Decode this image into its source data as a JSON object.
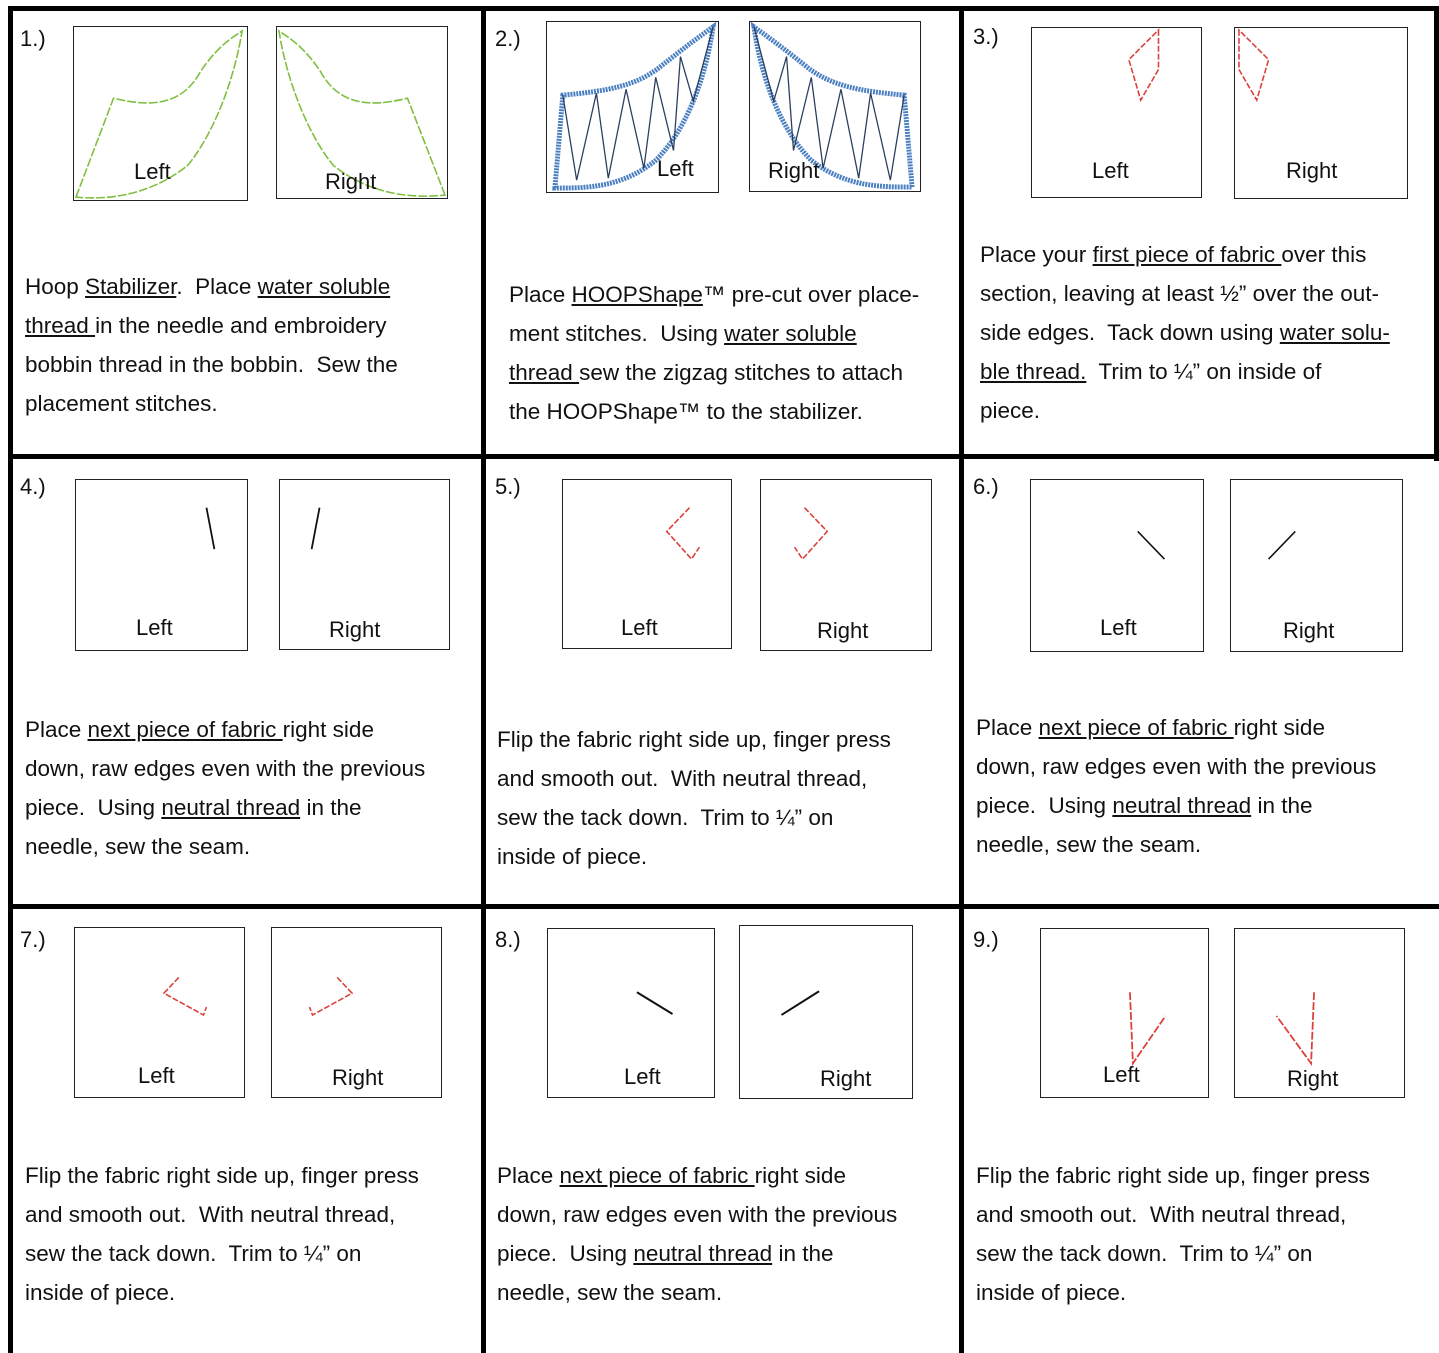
{
  "colors": {
    "border": "#000000",
    "green": "#7fbf3f",
    "blue": "#4a7fc1",
    "red": "#d9413a",
    "black": "#111111"
  },
  "steps": [
    {
      "num": "1.)",
      "left_label": "Left",
      "right_label": "Right",
      "lines": [
        [
          {
            "t": "Hoop "
          },
          {
            "t": "Stabilizer",
            "u": true
          },
          {
            "t": ".  Place "
          },
          {
            "t": "water soluble",
            "u": true
          }
        ],
        [
          {
            "t": "thread ",
            "u": true
          },
          {
            "t": "in the needle and embroidery"
          }
        ],
        [
          {
            "t": "bobbin thread in the bobbin.  Sew the"
          }
        ],
        [
          {
            "t": "placement stitches."
          }
        ]
      ]
    },
    {
      "num": "2.)",
      "left_label": "Left",
      "right_label": "Right",
      "lines": [
        [
          {
            "t": "Place "
          },
          {
            "t": "HOOPShape",
            "u": true
          },
          {
            "t": "™ pre-cut over place-"
          }
        ],
        [
          {
            "t": "ment stitches.  Using "
          },
          {
            "t": "water soluble",
            "u": true
          }
        ],
        [
          {
            "t": "thread ",
            "u": true
          },
          {
            "t": "sew the zigzag stitches to attach"
          }
        ],
        [
          {
            "t": "the HOOPShape™ to the stabilizer."
          }
        ]
      ]
    },
    {
      "num": "3.)",
      "left_label": "Left",
      "right_label": "Right",
      "lines": [
        [
          {
            "t": "Place your "
          },
          {
            "t": "first piece of fabric ",
            "u": true
          },
          {
            "t": "over this"
          }
        ],
        [
          {
            "t": "section, leaving at least ½” over the out-"
          }
        ],
        [
          {
            "t": "side edges.  Tack down using "
          },
          {
            "t": "water solu-",
            "u": true
          }
        ],
        [
          {
            "t": "ble thread.",
            "u": true
          },
          {
            "t": "  Trim to ¼” on inside of"
          }
        ],
        [
          {
            "t": "piece."
          }
        ]
      ]
    },
    {
      "num": "4.)",
      "left_label": "Left",
      "right_label": "Right",
      "lines": [
        [
          {
            "t": "Place "
          },
          {
            "t": "next piece of fabric ",
            "u": true
          },
          {
            "t": "right side"
          }
        ],
        [
          {
            "t": "down, raw edges even with the previous"
          }
        ],
        [
          {
            "t": "piece.  Using "
          },
          {
            "t": "neutral thread",
            "u": true
          },
          {
            "t": " in the"
          }
        ],
        [
          {
            "t": "needle, sew the seam."
          }
        ]
      ]
    },
    {
      "num": "5.)",
      "left_label": "Left",
      "right_label": "Right",
      "lines": [
        [
          {
            "t": "Flip the fabric right side up, finger press"
          }
        ],
        [
          {
            "t": "and smooth out.  With neutral thread,"
          }
        ],
        [
          {
            "t": "sew the tack down.  Trim to ¼” on"
          }
        ],
        [
          {
            "t": "inside of piece."
          }
        ]
      ]
    },
    {
      "num": "6.)",
      "left_label": "Left",
      "right_label": "Right",
      "lines": [
        [
          {
            "t": "Place "
          },
          {
            "t": "next piece of fabric ",
            "u": true
          },
          {
            "t": "right side"
          }
        ],
        [
          {
            "t": "down, raw edges even with the previous"
          }
        ],
        [
          {
            "t": "piece.  Using "
          },
          {
            "t": "neutral thread",
            "u": true
          },
          {
            "t": " in the"
          }
        ],
        [
          {
            "t": "needle, sew the seam."
          }
        ]
      ]
    },
    {
      "num": "7.)",
      "left_label": "Left",
      "right_label": "Right",
      "lines": [
        [
          {
            "t": "Flip the fabric right side up, finger press"
          }
        ],
        [
          {
            "t": "and smooth out.  With neutral thread,"
          }
        ],
        [
          {
            "t": "sew the tack down.  Trim to ¼” on"
          }
        ],
        [
          {
            "t": "inside of piece."
          }
        ]
      ]
    },
    {
      "num": "8.)",
      "left_label": "Left",
      "right_label": "Right",
      "lines": [
        [
          {
            "t": "Place "
          },
          {
            "t": "next piece of fabric ",
            "u": true
          },
          {
            "t": "right side"
          }
        ],
        [
          {
            "t": "down, raw edges even with the previous"
          }
        ],
        [
          {
            "t": "piece.  Using "
          },
          {
            "t": "neutral thread",
            "u": true
          },
          {
            "t": " in the"
          }
        ],
        [
          {
            "t": "needle, sew the seam."
          }
        ]
      ]
    },
    {
      "num": "9.)",
      "left_label": "Left",
      "right_label": "Right",
      "lines": [
        [
          {
            "t": "Flip the fabric right side up, finger press"
          }
        ],
        [
          {
            "t": "and smooth out.  With neutral thread,"
          }
        ],
        [
          {
            "t": "sew the tack down.  Trim to ¼” on"
          }
        ],
        [
          {
            "t": "inside of piece."
          }
        ]
      ]
    }
  ]
}
